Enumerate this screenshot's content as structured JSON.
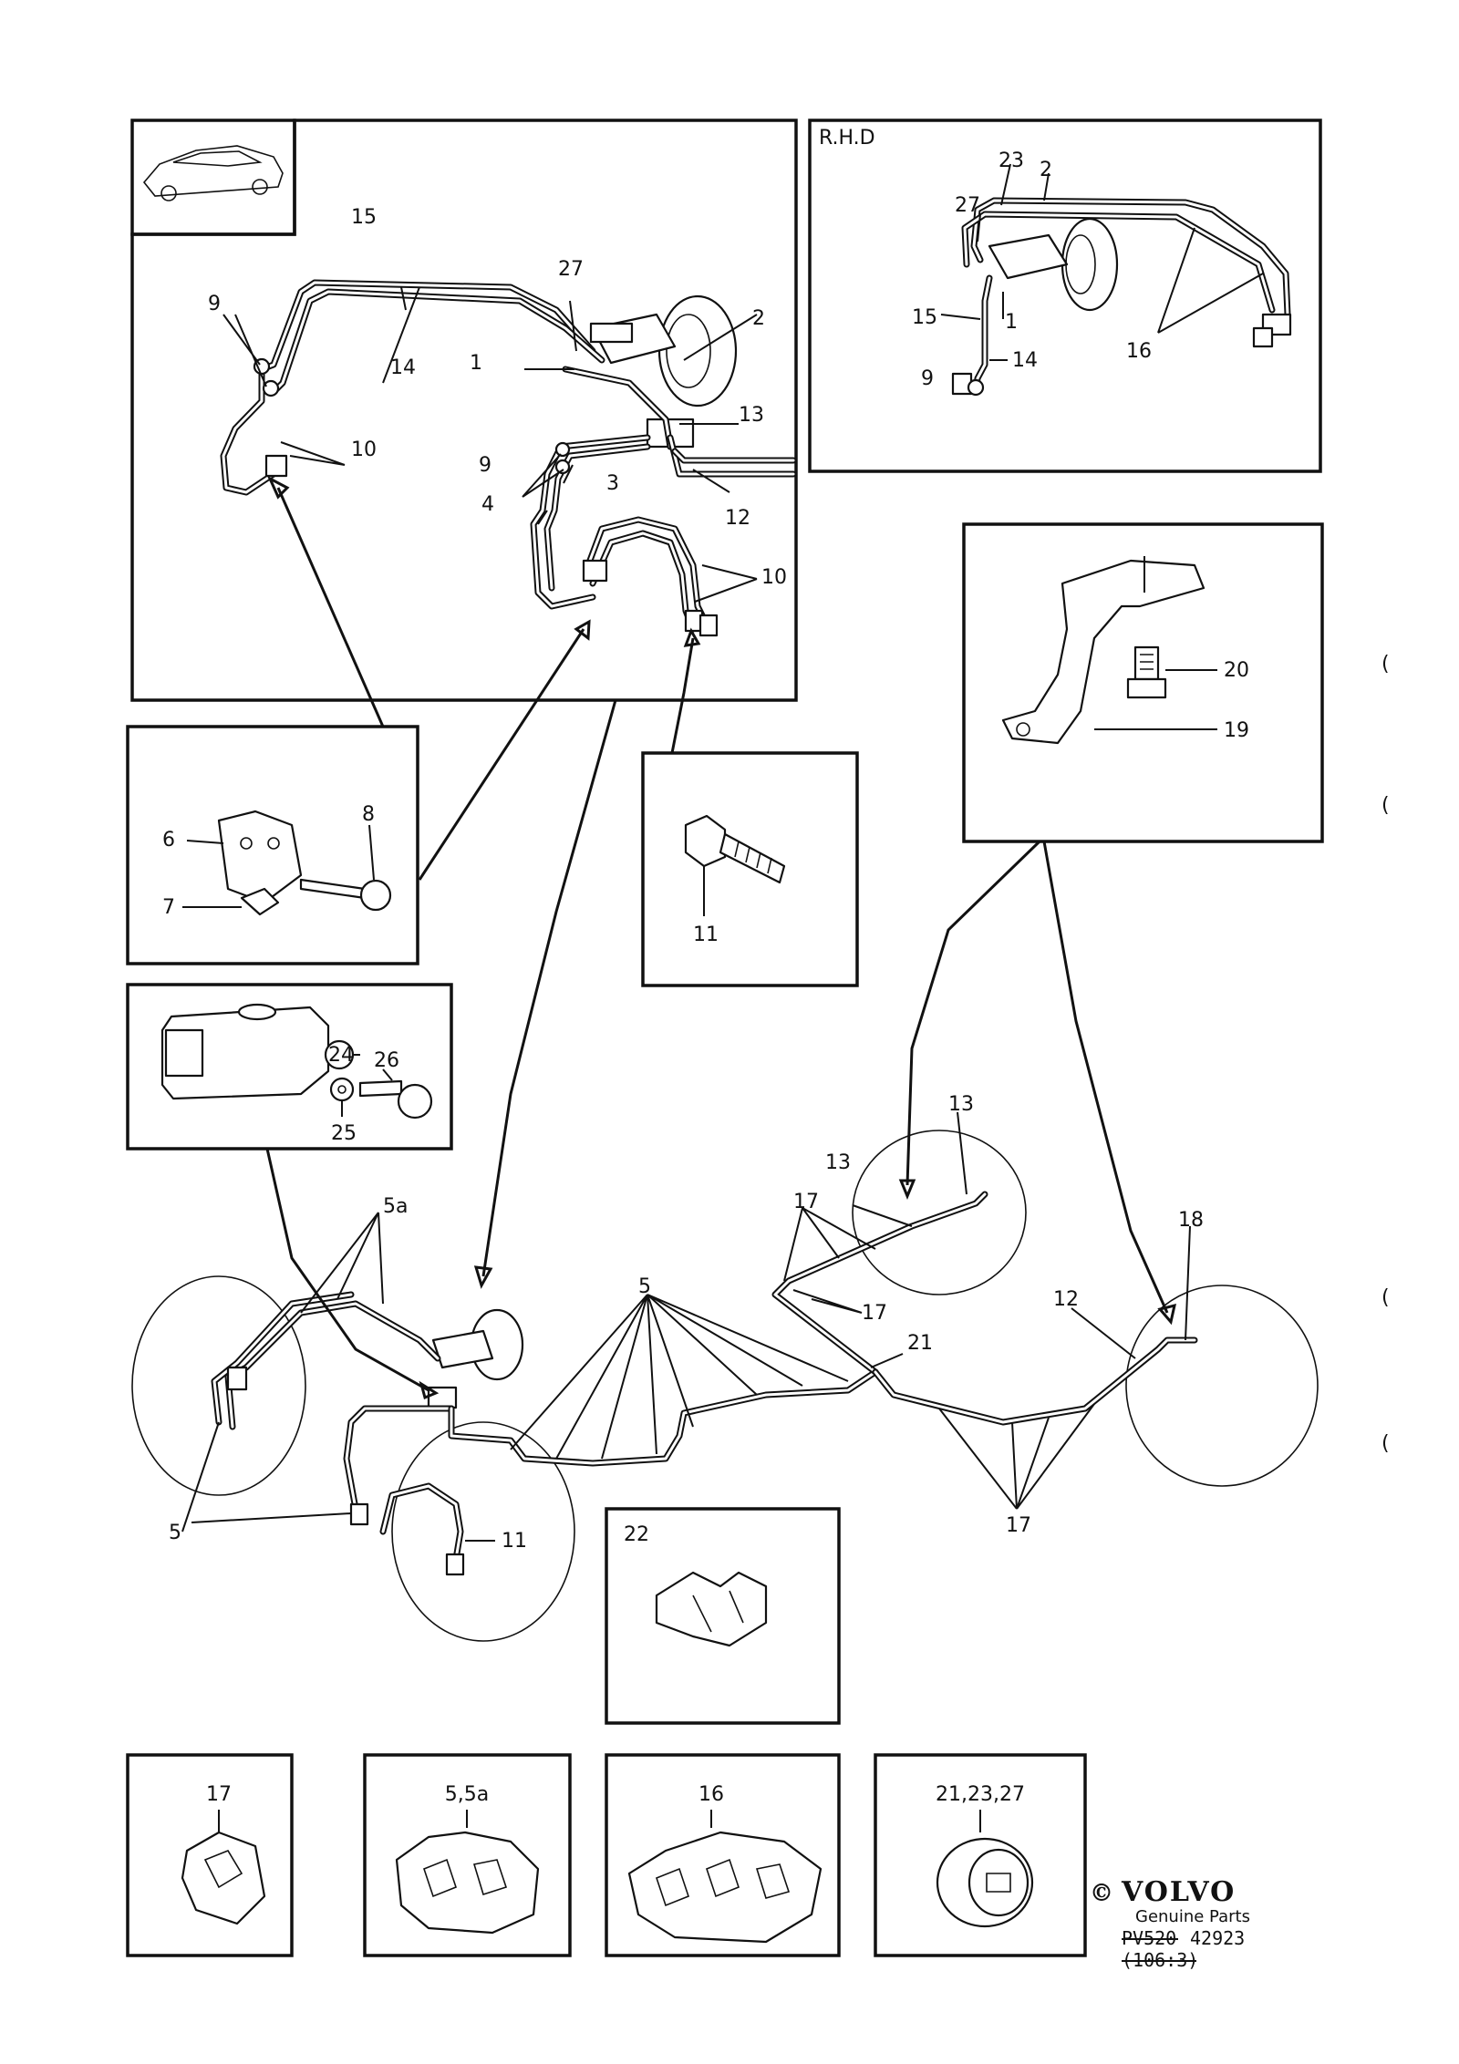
{
  "main_diagram": {
    "labels": [
      "9",
      "10",
      "12",
      "13",
      "14",
      "15",
      "1",
      "27",
      "2",
      "3",
      "4"
    ]
  },
  "rhd_panel": {
    "title": "R.H.D",
    "labels": [
      "23",
      "2",
      "27",
      "1",
      "15",
      "14",
      "9",
      "16"
    ]
  },
  "clamp_panel": {
    "labels": [
      "6",
      "7",
      "8"
    ]
  },
  "union_panel": {
    "labels": [
      "11"
    ]
  },
  "bracket_panel": {
    "labels": [
      "20",
      "19"
    ]
  },
  "valve_panel": {
    "labels": [
      "24",
      "26",
      "25"
    ]
  },
  "chassis": {
    "labels": [
      "5a",
      "5",
      "13",
      "13",
      "17",
      "17",
      "21",
      "18",
      "12",
      "17",
      "5",
      "11"
    ]
  },
  "clip_panel": {
    "label": "22"
  },
  "bottom_clips": [
    {
      "label": "17"
    },
    {
      "label": "5,5a"
    },
    {
      "label": "16"
    },
    {
      "label": "21,23,27"
    }
  ],
  "brand": {
    "copyright": "©",
    "name": "VOLVO",
    "tagline": "Genuine Parts",
    "code_old": "PV520",
    "code": "42923",
    "code_struck": "(106:3)"
  },
  "margin_marks": [
    "(",
    "(",
    "(",
    "("
  ]
}
